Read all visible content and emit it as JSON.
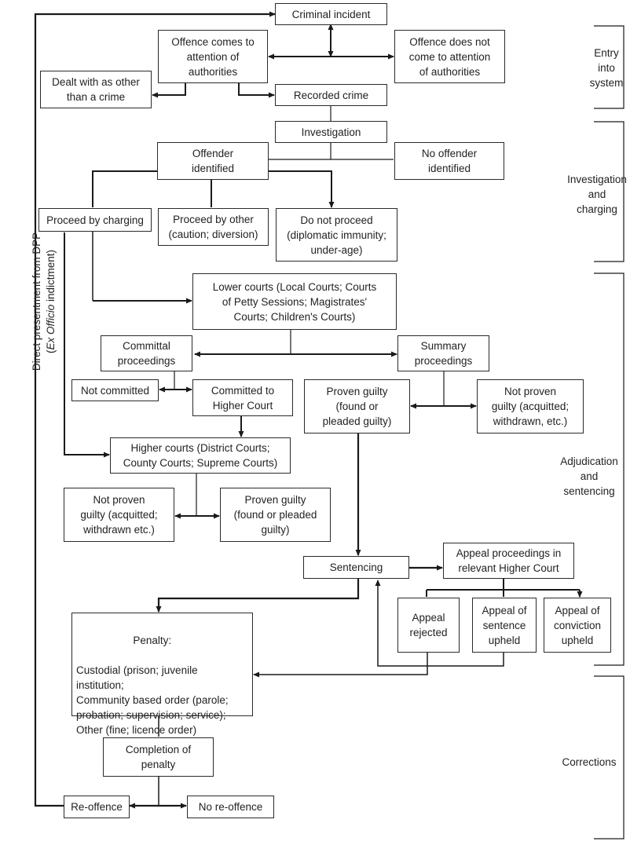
{
  "boxes": {
    "criminal_incident": "Criminal incident",
    "offence_comes": "Offence comes to\nattention of\nauthorities",
    "offence_not": "Offence does not\ncome to attention\nof authorities",
    "dealt_other": "Dealt with as other\nthan a crime",
    "recorded_crime": "Recorded crime",
    "investigation": "Investigation",
    "offender_identified": "Offender\nidentified",
    "no_offender": "No offender\nidentified",
    "proceed_charging": "Proceed by charging",
    "proceed_other": "Proceed by other\n(caution; diversion)",
    "do_not_proceed": "Do not proceed\n(diplomatic immunity;\nunder-age)",
    "lower_courts": "Lower courts (Local Courts; Courts\nof Petty Sessions; Magistrates'\nCourts; Children's Courts)",
    "committal": "Committal\nproceedings",
    "summary": "Summary\nproceedings",
    "not_committed": "Not committed",
    "committed_higher": "Committed to\nHigher Court",
    "proven_guilty_lower": "Proven guilty\n(found or\npleaded guilty)",
    "not_proven_lower": "Not proven\nguilty (acquitted;\nwithdrawn, etc.)",
    "higher_courts": "Higher courts (District Courts;\nCounty Courts; Supreme Courts)",
    "not_proven_higher": "Not proven\nguilty (acquitted;\nwithdrawn etc.)",
    "proven_guilty_higher": "Proven guilty\n(found or pleaded\nguilty)",
    "sentencing": "Sentencing",
    "appeal_proceedings": "Appeal proceedings in\nrelevant Higher Court",
    "appeal_rejected": "Appeal\nrejected",
    "appeal_sentence": "Appeal of\nsentence\nupheld",
    "appeal_conviction": "Appeal of\nconviction\nupheld",
    "penalty_title": "Penalty:",
    "penalty_body": "Custodial (prison; juvenile\ninstitution;\nCommunity based order (parole;\nprobation; supervision; service);\nOther (fine; licence order)",
    "completion": "Completion of\npenalty",
    "re_offence": "Re-offence",
    "no_re_offence": "No re-offence"
  },
  "stages": {
    "entry": "Entry\ninto\nsystem",
    "investigation": "Investigation\nand\ncharging",
    "adjudication": "Adjudication\nand\nsentencing",
    "corrections": "Corrections"
  },
  "side_label": {
    "line1": "Direct presentment from DPP",
    "open": "(",
    "italic": "Ex Officio",
    "rest": " indictment)"
  }
}
